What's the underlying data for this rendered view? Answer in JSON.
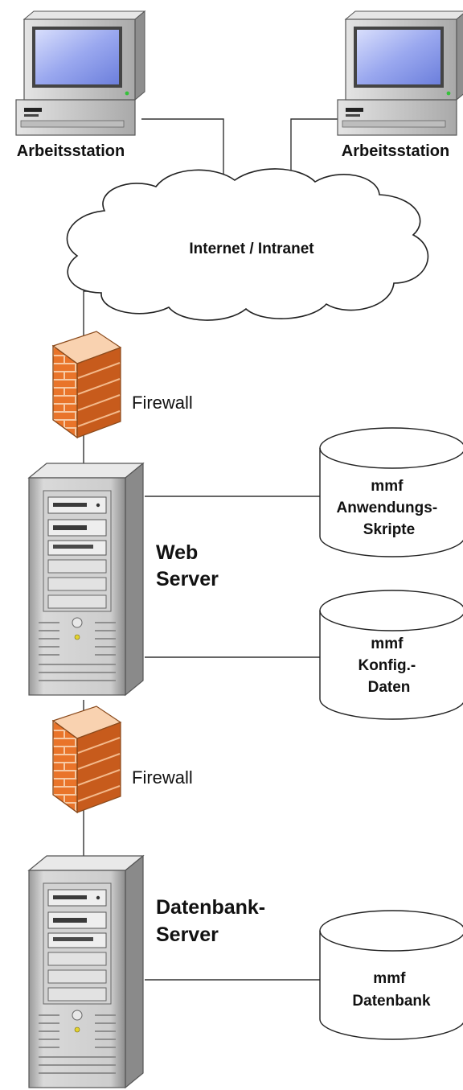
{
  "workstations": [
    {
      "label": "Arbeitsstation",
      "icon": "desktop-computer-icon"
    },
    {
      "label": "Arbeitsstation",
      "icon": "desktop-computer-icon"
    }
  ],
  "network": {
    "label": "Internet / Intranet",
    "icon": "cloud-icon"
  },
  "firewalls": [
    {
      "label": "Firewall",
      "icon": "brick-firewall-icon"
    },
    {
      "label": "Firewall",
      "icon": "brick-firewall-icon"
    }
  ],
  "web_server": {
    "lines": [
      "Web",
      "Server"
    ],
    "icon": "tower-server-icon"
  },
  "db_server": {
    "lines": [
      "Datenbank-",
      "Server"
    ],
    "icon": "tower-server-icon"
  },
  "storages": [
    {
      "lines": [
        "mmf",
        "Anwendungs-",
        "Skripte"
      ],
      "icon": "database-cylinder-icon"
    },
    {
      "lines": [
        "mmf",
        "Konfig.-",
        "Daten"
      ],
      "icon": "database-cylinder-icon"
    },
    {
      "lines": [
        "mmf",
        "Datenbank"
      ],
      "icon": "database-cylinder-icon"
    }
  ],
  "colors": {
    "firewall_brick": "#e9742a",
    "firewall_mortar": "#f6c9a4",
    "monitor_screen": "#8f9fe8",
    "server_body": "#c8c8c8",
    "connector_line": "#333333"
  }
}
